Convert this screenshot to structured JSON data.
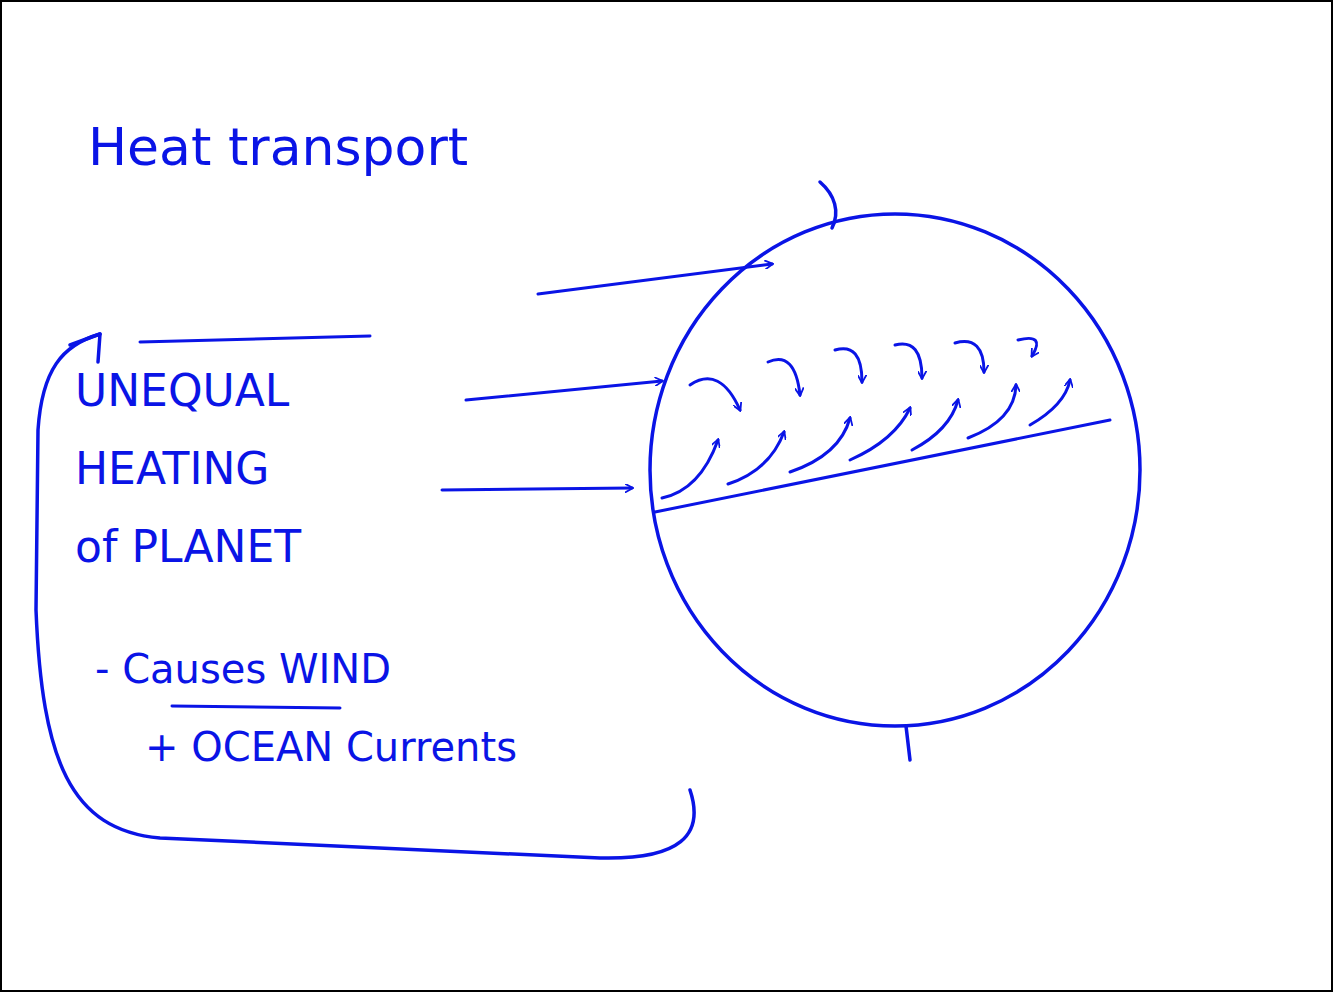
{
  "diagram": {
    "labels": [
      "Heat transport",
      "UNEQUAL HEATING of PLANET",
      "- Causes WIND + OCEAN Currents"
    ]
  }
}
